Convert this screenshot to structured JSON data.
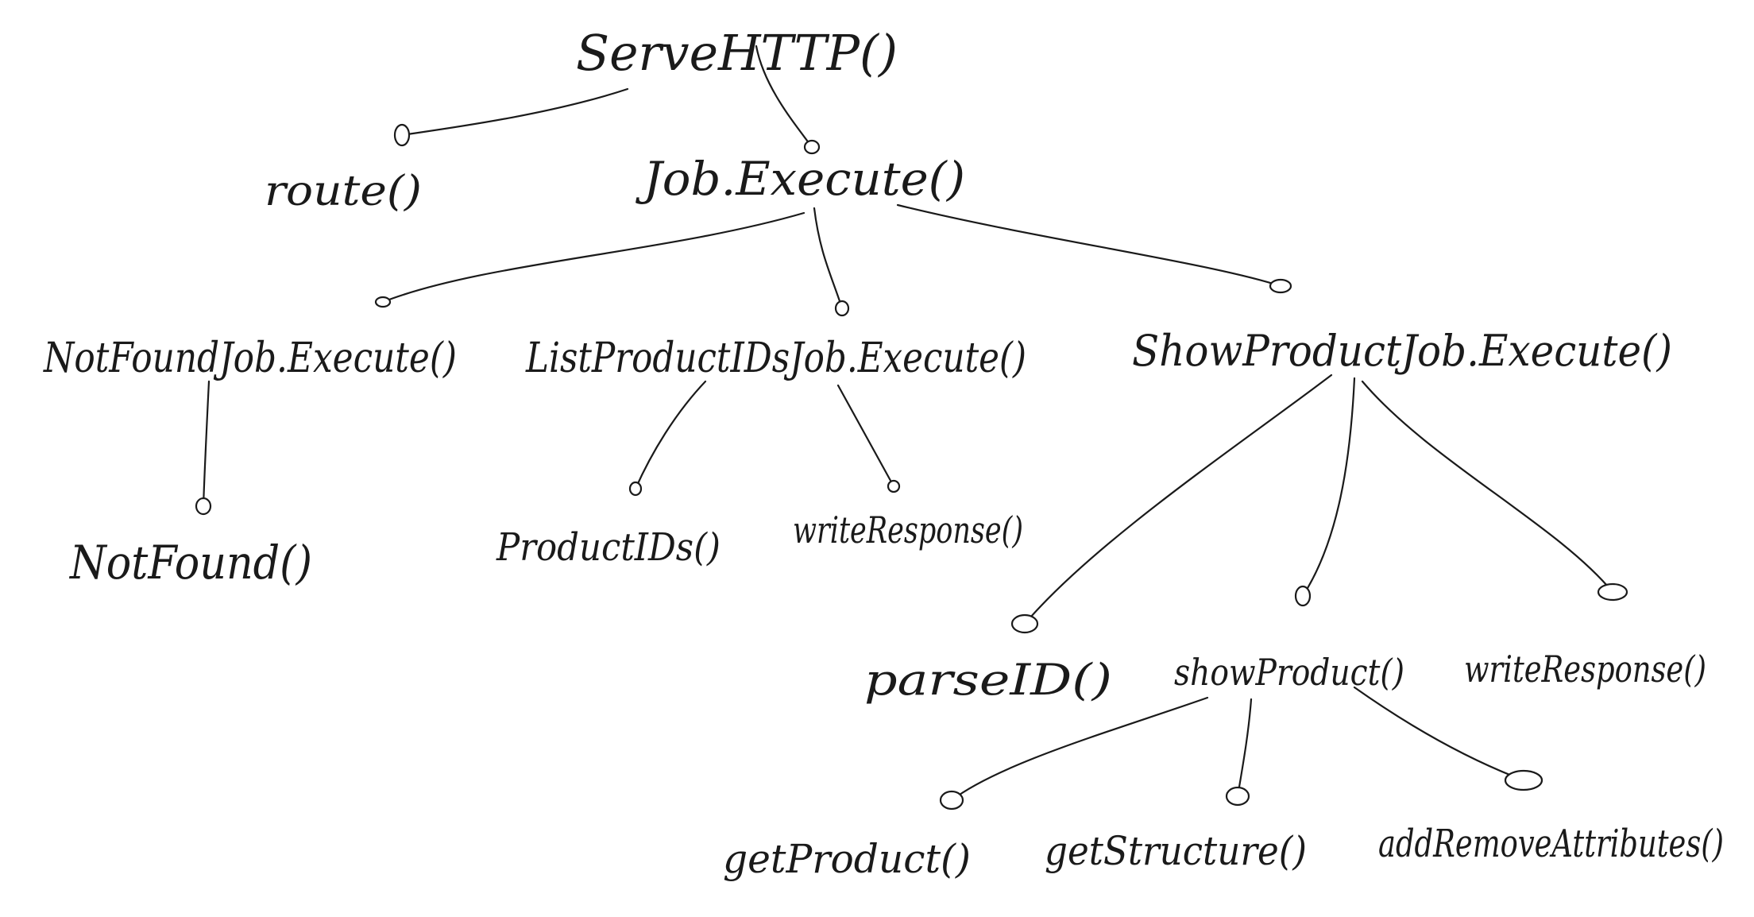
{
  "diagram": {
    "nodes": [
      {
        "id": "serve-http",
        "label": "ServeHTTP()"
      },
      {
        "id": "route",
        "label": "route()"
      },
      {
        "id": "job-execute",
        "label": "Job.Execute()"
      },
      {
        "id": "not-found-job-execute",
        "label": "NotFoundJob.Execute()"
      },
      {
        "id": "list-product-ids-job-execute",
        "label": "ListProductIDsJob.Execute()"
      },
      {
        "id": "show-product-job-execute",
        "label": "ShowProductJob.Execute()"
      },
      {
        "id": "not-found",
        "label": "NotFound()"
      },
      {
        "id": "product-ids",
        "label": "ProductIDs()"
      },
      {
        "id": "write-response-1",
        "label": "writeResponse()"
      },
      {
        "id": "parse-id",
        "label": "parseID()"
      },
      {
        "id": "show-product",
        "label": "showProduct()"
      },
      {
        "id": "write-response-2",
        "label": "writeResponse()"
      },
      {
        "id": "get-product",
        "label": "getProduct()"
      },
      {
        "id": "get-structure",
        "label": "getStructure()"
      },
      {
        "id": "add-remove-attributes",
        "label": "addRemoveAttributes()"
      }
    ],
    "edges": [
      {
        "from": "serve-http",
        "to": "route"
      },
      {
        "from": "serve-http",
        "to": "job-execute"
      },
      {
        "from": "job-execute",
        "to": "not-found-job-execute"
      },
      {
        "from": "job-execute",
        "to": "list-product-ids-job-execute"
      },
      {
        "from": "job-execute",
        "to": "show-product-job-execute"
      },
      {
        "from": "not-found-job-execute",
        "to": "not-found"
      },
      {
        "from": "list-product-ids-job-execute",
        "to": "product-ids"
      },
      {
        "from": "list-product-ids-job-execute",
        "to": "write-response-1"
      },
      {
        "from": "show-product-job-execute",
        "to": "parse-id"
      },
      {
        "from": "show-product-job-execute",
        "to": "show-product"
      },
      {
        "from": "show-product-job-execute",
        "to": "write-response-2"
      },
      {
        "from": "show-product",
        "to": "get-product"
      },
      {
        "from": "show-product",
        "to": "get-structure"
      },
      {
        "from": "show-product",
        "to": "add-remove-attributes"
      }
    ]
  }
}
